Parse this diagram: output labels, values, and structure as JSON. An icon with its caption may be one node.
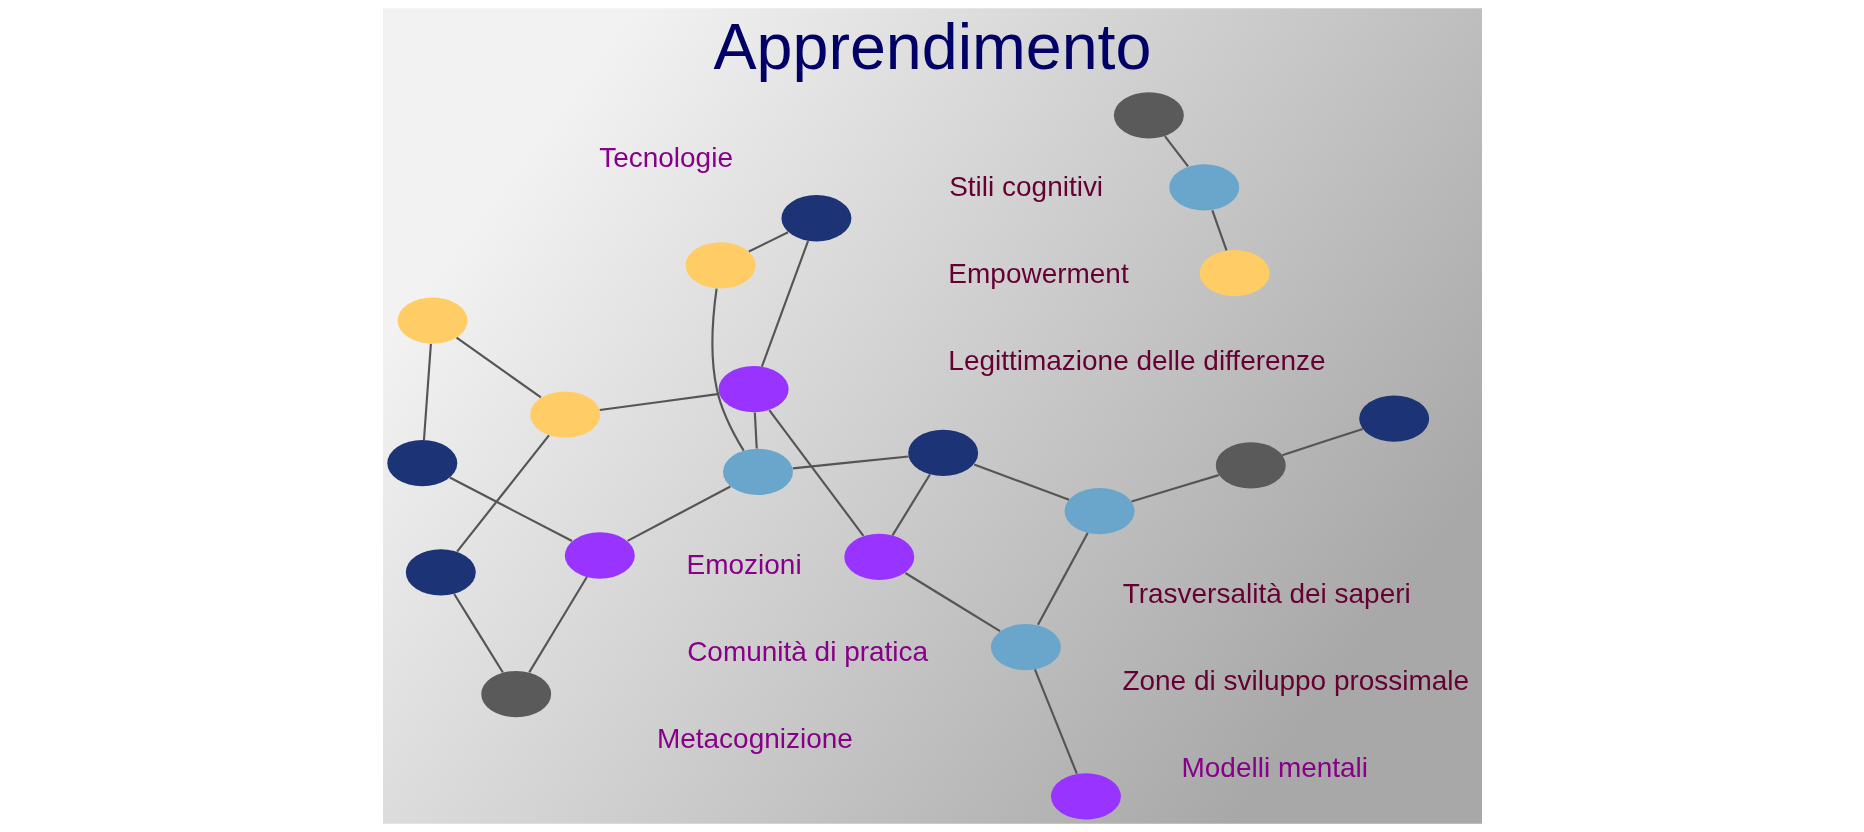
{
  "diagram": {
    "title": "Apprendimento",
    "nodes": [
      {
        "text": [],
        "shape": "ellipse"
      },
      {
        "text": [],
        "shape": "ellipse"
      },
      {
        "text": [],
        "shape": "ellipse"
      },
      {
        "text": [],
        "shape": "ellipse"
      },
      {
        "text": [],
        "shape": "ellipse"
      },
      {
        "text": [],
        "shape": "ellipse"
      },
      {
        "text": [],
        "shape": "ellipse"
      },
      {
        "text": [],
        "shape": "ellipse"
      },
      {
        "text": [],
        "shape": "ellipse"
      },
      {
        "text": [],
        "shape": "ellipse"
      },
      {
        "text": [],
        "shape": "ellipse"
      },
      {
        "text": [],
        "shape": "ellipse"
      },
      {
        "text": [],
        "shape": "ellipse"
      },
      {
        "text": [],
        "shape": "ellipse"
      },
      {
        "text": [],
        "shape": "ellipse"
      },
      {
        "text": [],
        "shape": "ellipse"
      },
      {
        "text": [],
        "shape": "ellipse"
      },
      {
        "text": [],
        "shape": "ellipse"
      },
      {
        "text": [],
        "shape": "ellipse"
      },
      {
        "text": [],
        "shape": "ellipse"
      }
    ],
    "edges": [
      {
        "from": 0,
        "to": 2,
        "arrow": "none"
      },
      {
        "from": 0,
        "to": 5,
        "arrow": "none"
      },
      {
        "from": 1,
        "to": 16,
        "arrow": "none"
      },
      {
        "from": 2,
        "to": 12,
        "arrow": "none"
      },
      {
        "from": 3,
        "to": 6,
        "arrow": "none"
      },
      {
        "from": 3,
        "to": 9,
        "arrow": "none"
      },
      {
        "from": 4,
        "to": 15,
        "arrow": "none"
      },
      {
        "from": 4,
        "to": 11,
        "arrow": "none"
      },
      {
        "from": 5,
        "to": 9,
        "arrow": "none"
      },
      {
        "from": 5,
        "to": 17,
        "arrow": "none"
      },
      {
        "from": 5,
        "to": 12,
        "arrow": "none"
      },
      {
        "from": 6,
        "to": 15,
        "arrow": "none"
      },
      {
        "from": 7,
        "to": 13,
        "arrow": "none"
      },
      {
        "from": 7,
        "to": 14,
        "arrow": "none"
      },
      {
        "from": 8,
        "to": 10,
        "arrow": "none"
      },
      {
        "from": 9,
        "to": 11,
        "arrow": "none"
      },
      {
        "from": 10,
        "to": 19,
        "arrow": "none"
      },
      {
        "from": 13,
        "to": 10,
        "arrow": "none"
      },
      {
        "from": 13,
        "to": 17,
        "arrow": "none"
      },
      {
        "from": 12,
        "to": 19,
        "arrow": "none"
      },
      {
        "from": 15,
        "to": 12,
        "arrow": "none"
      },
      {
        "from": 16,
        "to": 18,
        "arrow": "none"
      },
      {
        "from": 17,
        "to": 19,
        "arrow": "none"
      }
    ],
    "labels": [
      "Empowerment",
      "Tecnologie",
      "Stili cognitivi",
      "Metacognizione",
      "Trasversalità dei saperi",
      "Emozioni",
      "Modelli mentali",
      "Zone di sviluppo prossimale",
      "Legittimazione delle differenze",
      "Comunità di pratica"
    ]
  }
}
